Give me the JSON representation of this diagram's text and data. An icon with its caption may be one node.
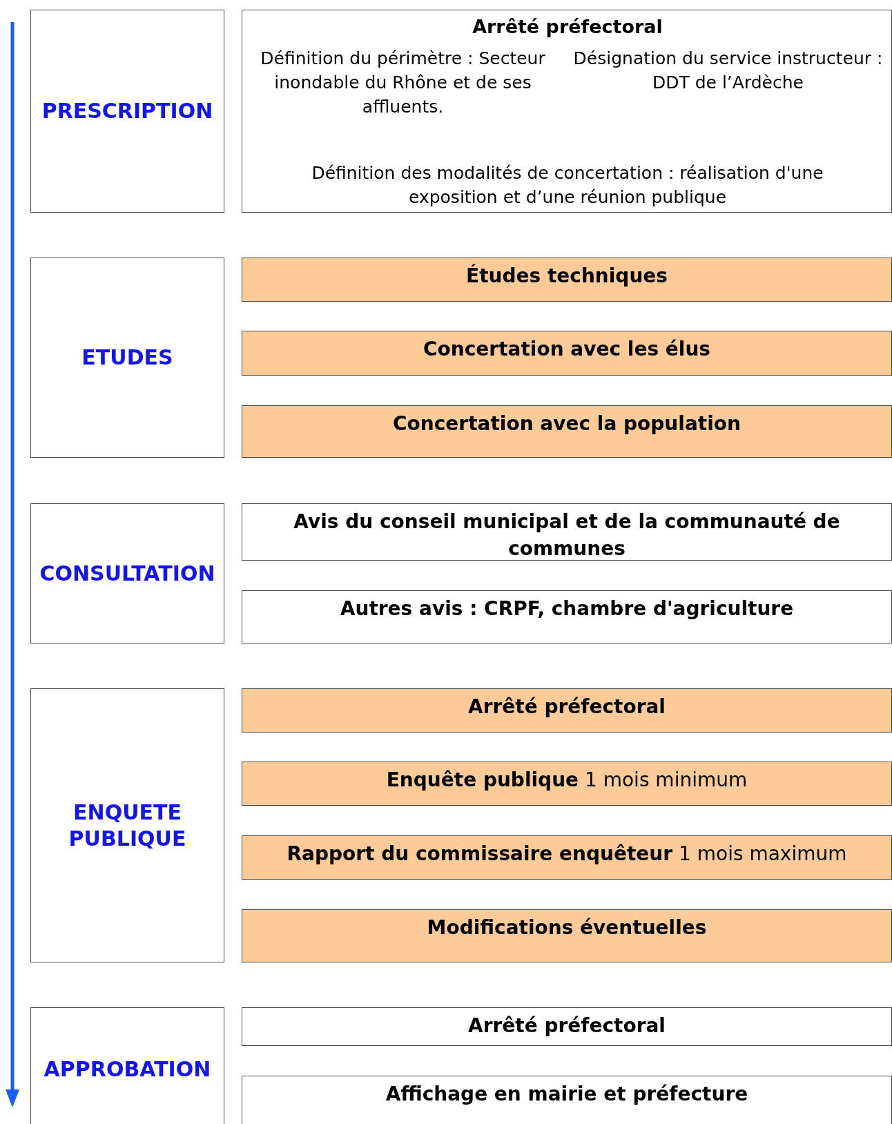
{
  "diagram": {
    "nodes": [
      {
        "text": [
          "PRESCRIPTION"
        ]
      },
      {
        "text": [
          "Arrêté préfectoral",
          "Définition du périmètre : Secteur inondable du Rhône et de ses affluents.",
          "Désignation du service instructeur : DDT de l’Ardèche",
          "Définition des modalités de concertation : réalisation d'une exposition et d’une réunion publique"
        ]
      },
      {
        "text": [
          "ETUDES"
        ]
      },
      {
        "text": [
          "Études techniques"
        ]
      },
      {
        "text": [
          "Concertation avec les élus"
        ]
      },
      {
        "text": [
          "Concertation avec la population"
        ]
      },
      {
        "text": [
          "CONSULTATION"
        ]
      },
      {
        "text": [
          "Avis du conseil municipal et de la communauté de communes"
        ]
      },
      {
        "text": [
          "Autres avis : CRPF, chambre d'agriculture"
        ]
      },
      {
        "text": [
          "ENQUETE PUBLIQUE"
        ]
      },
      {
        "text": [
          "Arrêté préfectoral"
        ]
      },
      {
        "text": [
          "**Enquête publique** 1 mois minimum"
        ]
      },
      {
        "text": [
          "**Rapport du commissaire enquêteur** 1 mois maximum"
        ]
      },
      {
        "text": [
          "Modifications éventuelles"
        ]
      },
      {
        "text": [
          "APPROBATION"
        ]
      },
      {
        "text": [
          "Arrêté préfectoral"
        ]
      },
      {
        "text": [
          "Affichage en mairie et préfecture"
        ]
      }
    ],
    "edges": []
  }
}
